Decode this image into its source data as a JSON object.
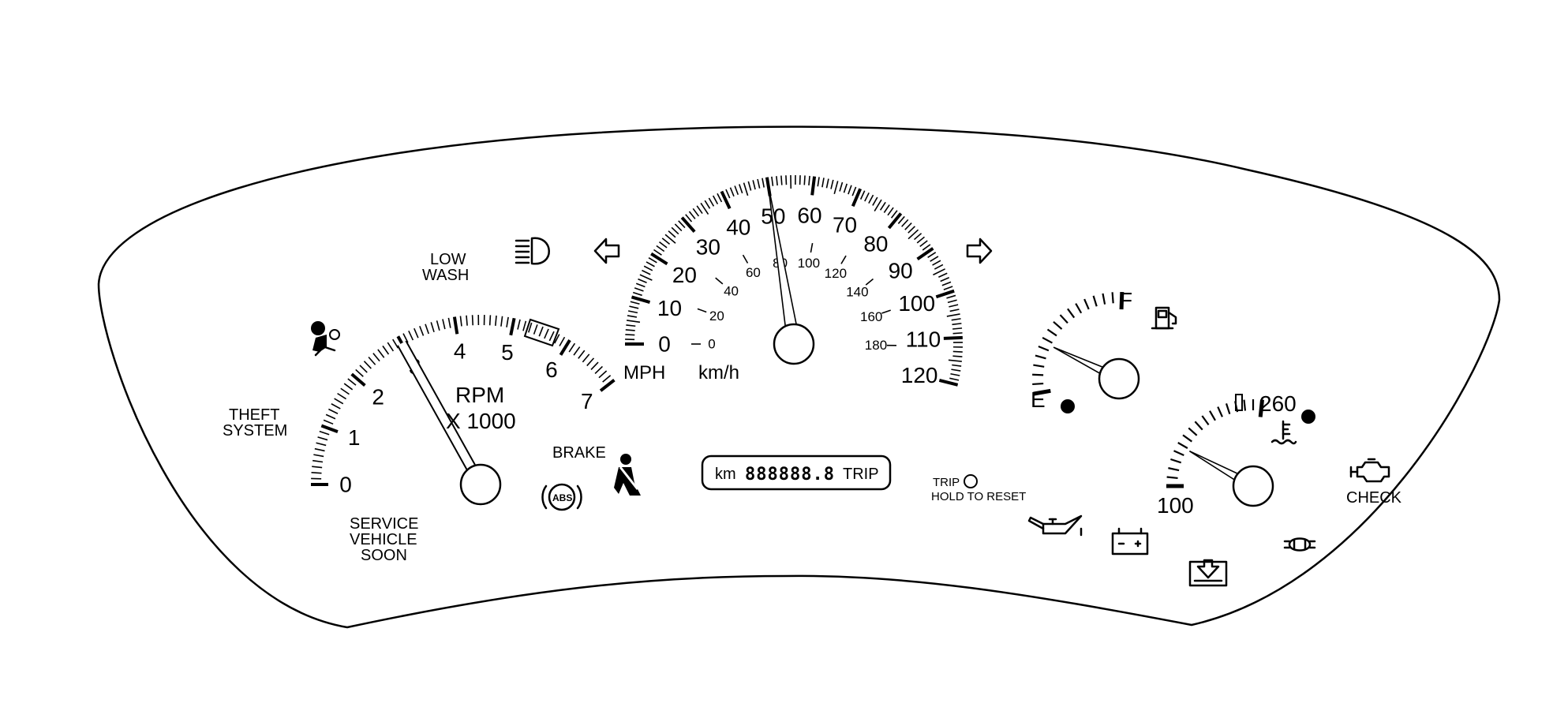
{
  "tachometer": {
    "numbers": [
      "0",
      "1",
      "2",
      "3",
      "4",
      "5",
      "6",
      "7"
    ],
    "unit": "RPM",
    "multiplier": "X 1000",
    "needle_value": 3
  },
  "speedometer": {
    "mph_numbers": [
      "0",
      "10",
      "20",
      "30",
      "40",
      "50",
      "60",
      "70",
      "80",
      "90",
      "100",
      "110",
      "120"
    ],
    "kmh_numbers": [
      "0",
      "20",
      "40",
      "60",
      "80",
      "100",
      "120",
      "140",
      "160",
      "180"
    ],
    "mph_label": "MPH",
    "kmh_label": "km/h",
    "needle_value_mph": 50
  },
  "fuel_gauge": {
    "empty_label": "E",
    "full_label": "F",
    "needle_fraction": 0.35
  },
  "temp_gauge": {
    "min_label": "100",
    "max_label": "260",
    "needle_fraction": 0.3
  },
  "odometer": {
    "unit": "km",
    "digits": "888888.8",
    "mode": "TRIP"
  },
  "warning_labels": {
    "low_wash_line1": "LOW",
    "low_wash_line2": "WASH",
    "theft_line1": "THEFT",
    "theft_line2": "SYSTEM",
    "service_line1": "SERVICE",
    "service_line2": "VEHICLE",
    "service_line3": "SOON",
    "brake": "BRAKE",
    "abs": "ABS",
    "trip_reset_line1": "TRIP",
    "trip_reset_line2": "HOLD TO RESET",
    "check": "CHECK"
  },
  "icons": [
    "headlamp-icon",
    "left-turn-arrow-icon",
    "right-turn-arrow-icon",
    "airbag-icon",
    "seatbelt-icon",
    "abs-icon",
    "fuel-pump-icon",
    "coolant-temp-icon",
    "check-engine-icon",
    "oil-can-icon",
    "battery-icon",
    "coolant-level-icon",
    "security-car-icon",
    "trip-reset-button-icon"
  ]
}
